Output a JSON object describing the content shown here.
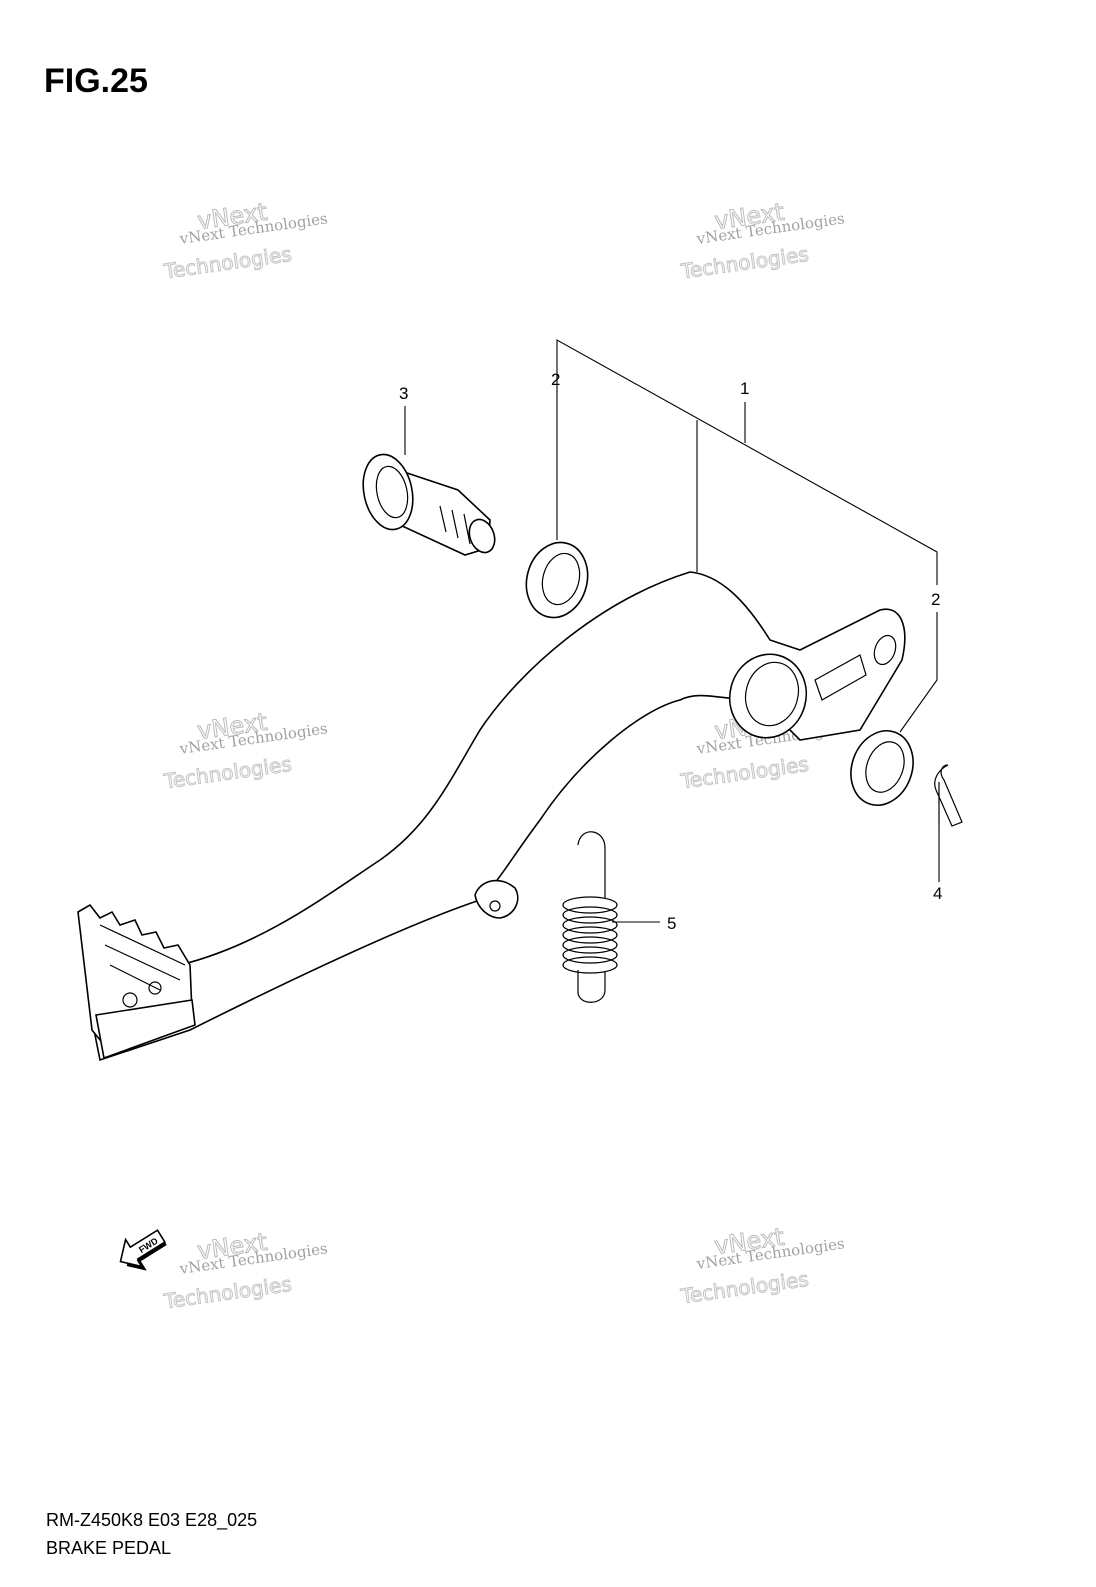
{
  "figure": {
    "title": "FIG.25"
  },
  "callouts": [
    {
      "id": "c1",
      "label": "1"
    },
    {
      "id": "c2a",
      "label": "2"
    },
    {
      "id": "c2b",
      "label": "2"
    },
    {
      "id": "c3",
      "label": "3"
    },
    {
      "id": "c4",
      "label": "4"
    },
    {
      "id": "c5",
      "label": "5"
    }
  ],
  "fwd_arrow": {
    "label": "FWD"
  },
  "watermark": {
    "line1": "vNext Technologies",
    "line2": "vNext",
    "line3": "Technologies"
  },
  "footer": {
    "code": "RM-Z450K8 E03 E28_025",
    "name": "BRAKE PEDAL"
  }
}
